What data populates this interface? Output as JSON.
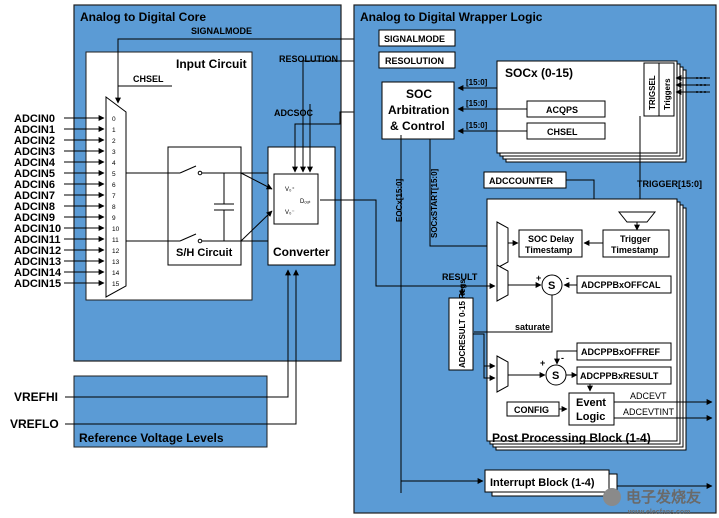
{
  "core": {
    "title": "Analog to Digital Core",
    "input_circuit": "Input Circuit",
    "sh_circuit": "S/H Circuit",
    "converter": "Converter",
    "chsel": "CHSEL",
    "signalmode": "SIGNALMODE",
    "resolution": "RESOLUTION",
    "adcsoc": "ADCSOC",
    "vin_plus": "V₀⁺",
    "vin_minus": "V₀⁻",
    "dout": "Dₒᵤₜ"
  },
  "inputs": [
    "ADCIN0",
    "ADCIN1",
    "ADCIN2",
    "ADCIN3",
    "ADCIN4",
    "ADCIN5",
    "ADCIN6",
    "ADCIN7",
    "ADCIN8",
    "ADCIN9",
    "ADCIN10",
    "ADCIN11",
    "ADCIN12",
    "ADCIN13",
    "ADCIN14",
    "ADCIN15"
  ],
  "mux_numbers": [
    "0",
    "1",
    "2",
    "3",
    "4",
    "5",
    "6",
    "7",
    "8",
    "9",
    "10",
    "11",
    "12",
    "13",
    "14",
    "15"
  ],
  "reference": {
    "title": "Reference Voltage Levels",
    "vrefhi": "VREFHI",
    "vreflo": "VREFLO"
  },
  "wrapper": {
    "title": "Analog to Digital Wrapper Logic",
    "signalmode_reg": "SIGNALMODE",
    "resolution_reg": "RESOLUTION",
    "soc_arb_line1": "SOC",
    "soc_arb_line2": "Arbitration",
    "soc_arb_line3": "& Control",
    "socx": "SOCx (0-15)",
    "bus1": "[15:0]",
    "bus2": "[15:0]",
    "bus3": "[15:0]",
    "acqps": "ACQPS",
    "chsel_reg": "CHSEL",
    "trigsel": "TRIGSEL",
    "triggers": "Triggers",
    "adccounter": "ADCCOUNTER",
    "trigger_bus": "TRIGGER[15:0]",
    "eocx": "EOCx[15:0]",
    "socxstart": "SOCxSTART[15:0]",
    "result": "RESULT",
    "adcresult": "ADCRESULT 0-15 Regs"
  },
  "post": {
    "title": "Post Processing Block (1-4)",
    "soc_delay1": "SOC Delay",
    "soc_delay2": "Timestamp",
    "trig_ts1": "Trigger",
    "trig_ts2": "Timestamp",
    "offcal": "ADCPPBxOFFCAL",
    "offref": "ADCPPBxOFFREF",
    "ppbresult": "ADCPPBxRESULT",
    "saturate": "saturate",
    "config": "CONFIG",
    "event1": "Event",
    "event2": "Logic",
    "adcevt": "ADCEVT",
    "adcevtint": "ADCEVTINT",
    "sum": "S",
    "plus": "+",
    "minus": "-"
  },
  "interrupt": {
    "title": "Interrupt Block (1-4)"
  },
  "watermark": {
    "text": "电子发烧友",
    "url": "www.elecfans.com"
  }
}
